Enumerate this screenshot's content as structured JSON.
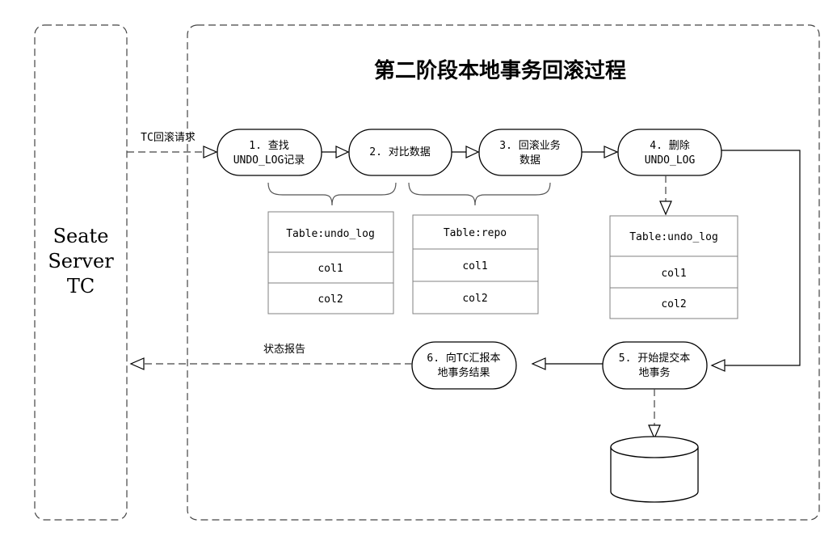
{
  "title": "第二阶段本地事务回滚过程",
  "server": {
    "lines": [
      "Seate",
      "Server",
      "TC"
    ]
  },
  "edges": {
    "tc_request": "TC回滚请求",
    "status_report": "状态报告"
  },
  "steps": [
    {
      "id": "s1",
      "lines": [
        "1. 查找",
        "UNDO_LOG记录"
      ]
    },
    {
      "id": "s2",
      "lines": [
        "2. 对比数据"
      ]
    },
    {
      "id": "s3",
      "lines": [
        "3. 回滚业务",
        "数据"
      ]
    },
    {
      "id": "s4",
      "lines": [
        "4. 删除",
        "UNDO_LOG"
      ]
    },
    {
      "id": "s5",
      "lines": [
        "5. 开始提交本",
        "地事务"
      ]
    },
    {
      "id": "s6",
      "lines": [
        "6. 向TC汇报本",
        "地事务结果"
      ]
    }
  ],
  "tables": [
    {
      "id": "t1",
      "header": "Table:undo_log",
      "rows": [
        "col1",
        "col2"
      ]
    },
    {
      "id": "t2",
      "header": "Table:repo",
      "rows": [
        "col1",
        "col2"
      ]
    },
    {
      "id": "t3",
      "header": "Table:undo_log",
      "rows": [
        "col1",
        "col2"
      ]
    }
  ]
}
